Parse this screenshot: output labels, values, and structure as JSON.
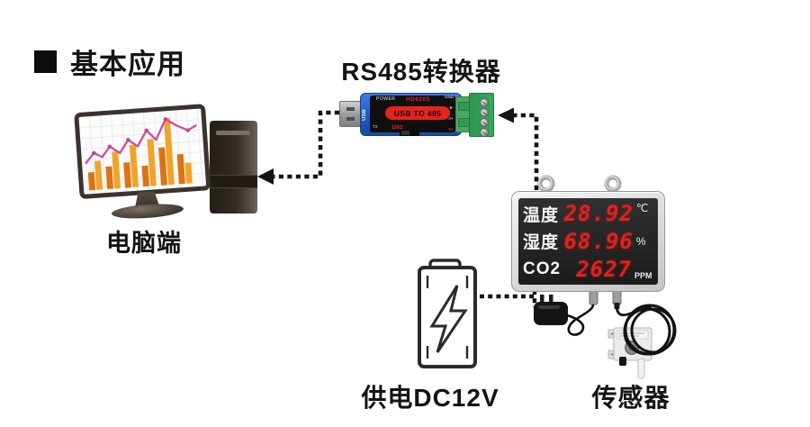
{
  "title": "基本应用",
  "labels": {
    "computer": "电脑端",
    "converter_title": "RS485转换器",
    "power_supply": "供电DC12V",
    "sensor": "传感器"
  },
  "converter": {
    "model": "HD6205",
    "chip_label": "USB TO 485",
    "power_label": "POWER",
    "usb_label": "USB",
    "tx_label": "TX",
    "termination_label": "120Ω",
    "pins": [
      "GND",
      "B-",
      "A+",
      "V+"
    ]
  },
  "display_unit": {
    "rows": [
      {
        "label": "温度",
        "value": "28.92",
        "unit": "℃"
      },
      {
        "label": "湿度",
        "value": "68.96",
        "unit": "%"
      },
      {
        "label": "CO2",
        "value": "2627",
        "unit": "PPM"
      }
    ]
  },
  "colors": {
    "led_red": "#e51f1f",
    "converter_blue": "#2057b8",
    "terminal_green": "#2f9e53",
    "label_red": "#e8231d",
    "frame_silver": "#d9d9d9",
    "dash_black": "#141414",
    "bar_dark_orange": "#d97514",
    "bar_light_orange": "#f0a42c",
    "line_pink": "#cf4fa4"
  }
}
